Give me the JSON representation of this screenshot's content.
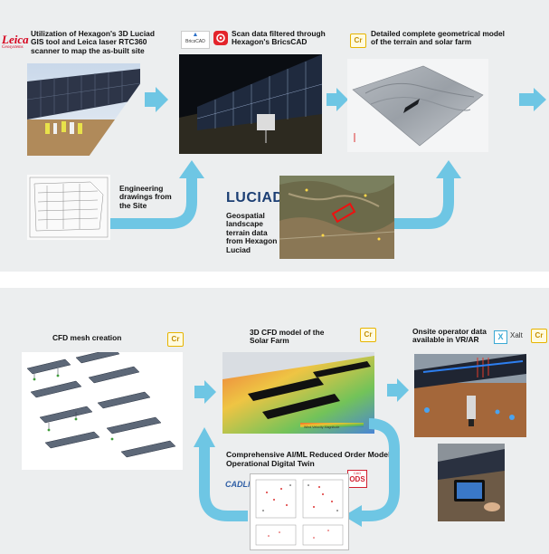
{
  "top": {
    "step1": {
      "caption": "Utilization of Hexagon's 3D Luciad GIS tool and Leica laser RTC360 scanner to map the as-built site",
      "logo_text": "Leica",
      "logo_sub": "Geosystems"
    },
    "step2": {
      "caption": "Scan data filtered through Hexagon's BricsCAD",
      "logo_text": "BricsCAD",
      "logo_mark": "®"
    },
    "step3": {
      "caption": "Detailed complete geometrical model of the terrain and solar farm",
      "badge": "Cr"
    },
    "drawings": {
      "caption": "Engineering drawings from the Site"
    },
    "luciad": {
      "logo": "LUCIAD",
      "caption": "Geospatial landscape terrain data from Hexagon Luciad"
    }
  },
  "bottom": {
    "mesh": {
      "caption": "CFD mesh creation",
      "badge": "Cr"
    },
    "cfd": {
      "caption": "3D CFD model of the Solar Farm",
      "badge": "Cr",
      "legend_label": "Wind Velocity Magnitude"
    },
    "vr": {
      "caption": "Onsite operator data available in VR/AR",
      "logo_x": "X",
      "logo_xalt": "Xalt",
      "badge": "Cr"
    },
    "twin": {
      "caption": "Comprehensive AI/ML Reduced Order Model Operational Digital Twin",
      "logo_cadlm": "CADLM",
      "ods_top": "CAD",
      "ods_main": "ODS"
    }
  },
  "colors": {
    "panel": "#eceeef",
    "arrow": "#6ec6e4",
    "arrow_dark": "#3aa9d4",
    "badge": "#e7b400",
    "leica_red": "#d6001c"
  }
}
